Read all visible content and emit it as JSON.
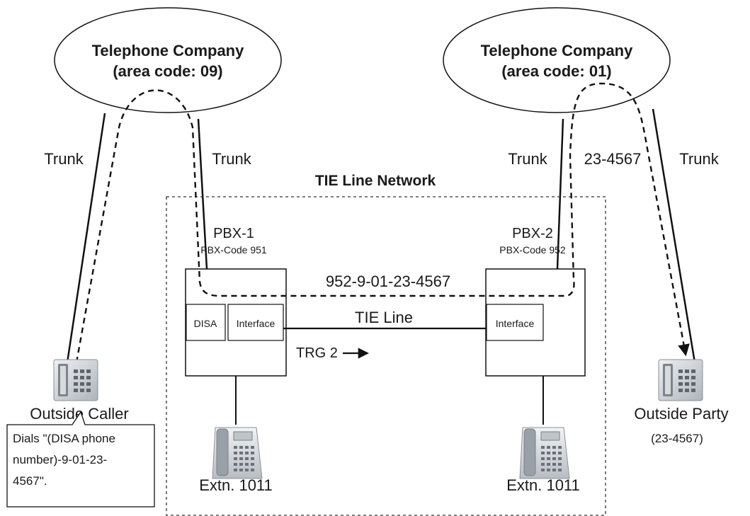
{
  "clouds": {
    "left": {
      "line1": "Telephone Company",
      "line2": "(area code: 09)"
    },
    "right": {
      "line1": "Telephone Company",
      "line2": "(area code: 01)"
    }
  },
  "trunk_labels": {
    "far_left": "Trunk",
    "left_pbx": "Trunk",
    "right_pbx": "Trunk",
    "far_right": "Trunk"
  },
  "dialed_number": "23-4567",
  "network_title": "TIE Line Network",
  "pbx1": {
    "name": "PBX-1",
    "code": "PBX-Code 951",
    "disa": "DISA",
    "interface": "Interface"
  },
  "pbx2": {
    "name": "PBX-2",
    "code": "PBX-Code 952",
    "interface": "Interface"
  },
  "route_number": "952-9-01-23-4567",
  "tie_line": "TIE Line",
  "trg": "TRG 2",
  "outside_caller": {
    "label": "Outside Caller",
    "callout": [
      "Dials \"(DISA phone",
      "number)-9-01-23-",
      "4567\"."
    ]
  },
  "outside_party": {
    "label": "Outside Party",
    "number": "(23-4567)"
  },
  "extensions": {
    "left": "Extn. 1011",
    "right": "Extn. 1011"
  },
  "icons": [
    "desk-phone-icon",
    "multiline-phone-icon",
    "arrow-right-icon"
  ],
  "colors": {
    "line": "#111111",
    "phone_body": "#c9cdd2",
    "phone_dark": "#6d747c"
  }
}
